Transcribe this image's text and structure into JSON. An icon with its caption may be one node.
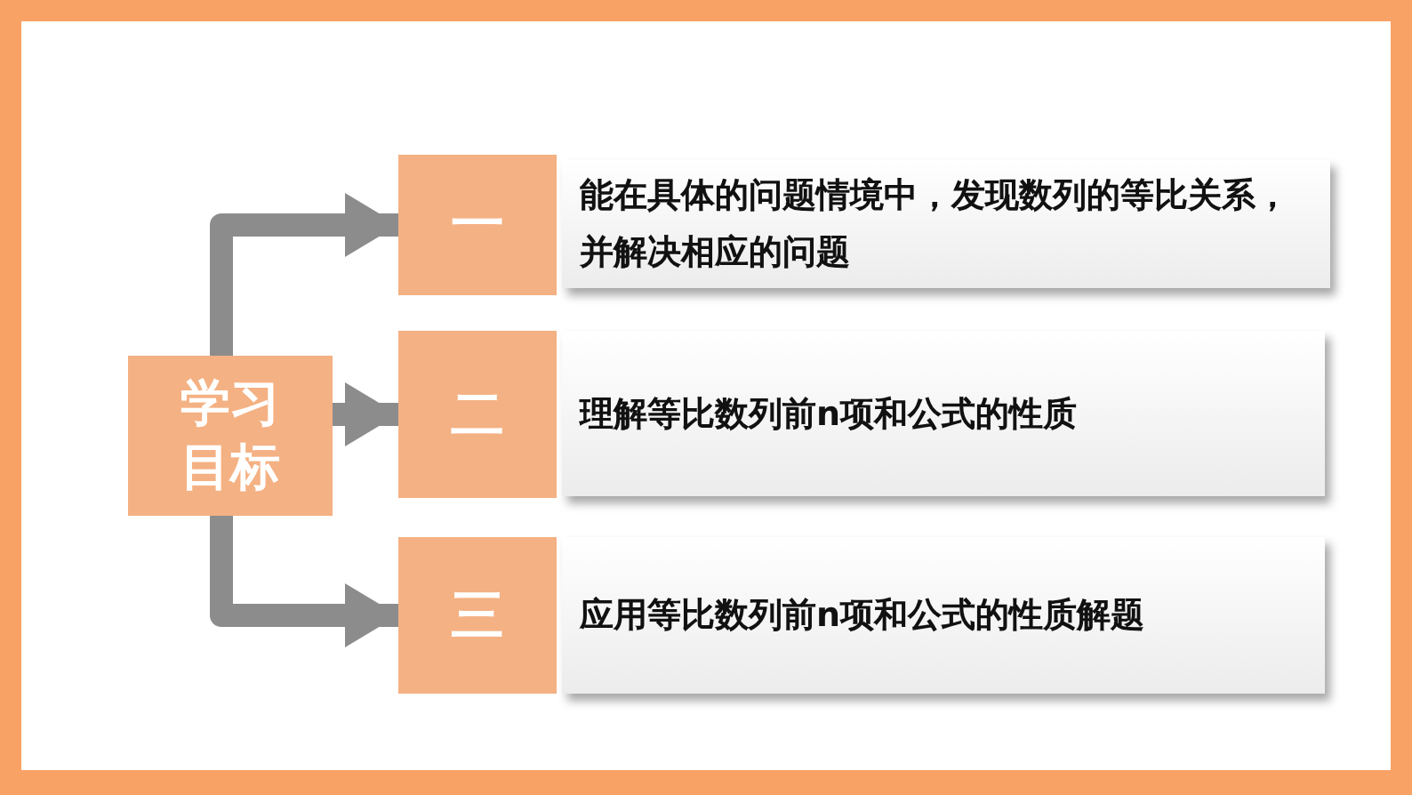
{
  "diagram": {
    "nodes": [
      {
        "text": [
          "学习目标"
        ]
      },
      {
        "text": [
          "一"
        ]
      },
      {
        "text": [
          "能在具体的问题情境中，发现数列的等比关系，并解决相应的问题"
        ]
      },
      {
        "text": [
          "二"
        ]
      },
      {
        "text": [
          "理解等比数列前n项和公式的性质"
        ]
      },
      {
        "text": [
          "三"
        ]
      },
      {
        "text": [
          "应用等比数列前n项和公式的性质解题"
        ]
      }
    ],
    "edges": [
      {
        "from": 0,
        "to": 1,
        "arrow": "to"
      },
      {
        "from": 0,
        "to": 3,
        "arrow": "to"
      },
      {
        "from": 0,
        "to": 5,
        "arrow": "to"
      }
    ]
  }
}
